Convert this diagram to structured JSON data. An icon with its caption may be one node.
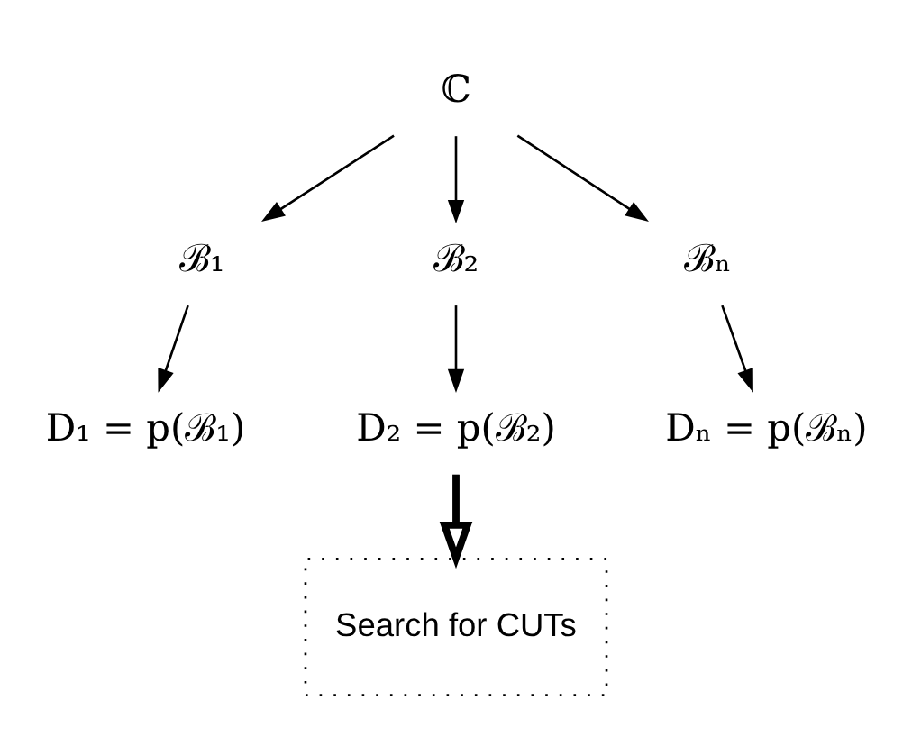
{
  "diagram": {
    "nodes": [
      {
        "text": [
          "ℂ"
        ]
      },
      {
        "text": [
          "ℬ₁"
        ]
      },
      {
        "text": [
          "ℬ₂"
        ]
      },
      {
        "text": [
          "ℬₙ"
        ]
      },
      {
        "text": [
          "D₁ = p(ℬ₁)"
        ]
      },
      {
        "text": [
          "D₂ = p(ℬ₂)"
        ]
      },
      {
        "text": [
          "Dₙ = p(ℬₙ)"
        ]
      },
      {
        "text": [
          "Search for CUTs"
        ]
      }
    ],
    "edges": [
      {
        "from": 0,
        "to": 1,
        "arrow": "to"
      },
      {
        "from": 0,
        "to": 2,
        "arrow": "to"
      },
      {
        "from": 0,
        "to": 3,
        "arrow": "to"
      },
      {
        "from": 1,
        "to": 4,
        "arrow": "to"
      },
      {
        "from": 2,
        "to": 5,
        "arrow": "to"
      },
      {
        "from": 3,
        "to": 6,
        "arrow": "to"
      },
      {
        "from": 5,
        "to": 7,
        "arrow": "to",
        "style": "thick"
      }
    ]
  }
}
